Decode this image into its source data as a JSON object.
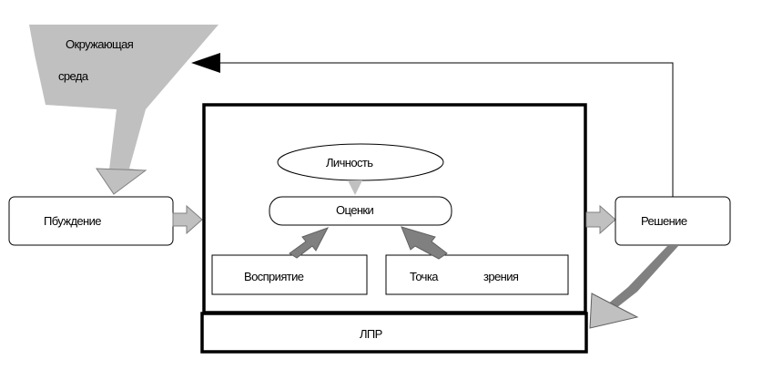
{
  "labels": {
    "environment_line1": "Окружающая",
    "environment_line2": "среда",
    "motive": "Пбуждение",
    "personality": "Личность",
    "assessments": "Оценки",
    "perception": "Восприятие",
    "viewpoint_word1": "Точка",
    "viewpoint_word2": "зрения",
    "decision": "Решение",
    "dm": "ЛПР"
  },
  "colors": {
    "stroke": "#000000",
    "arrow_fill": "#c0c0c0",
    "arrow_dark": "#808080",
    "background": "#ffffff"
  }
}
